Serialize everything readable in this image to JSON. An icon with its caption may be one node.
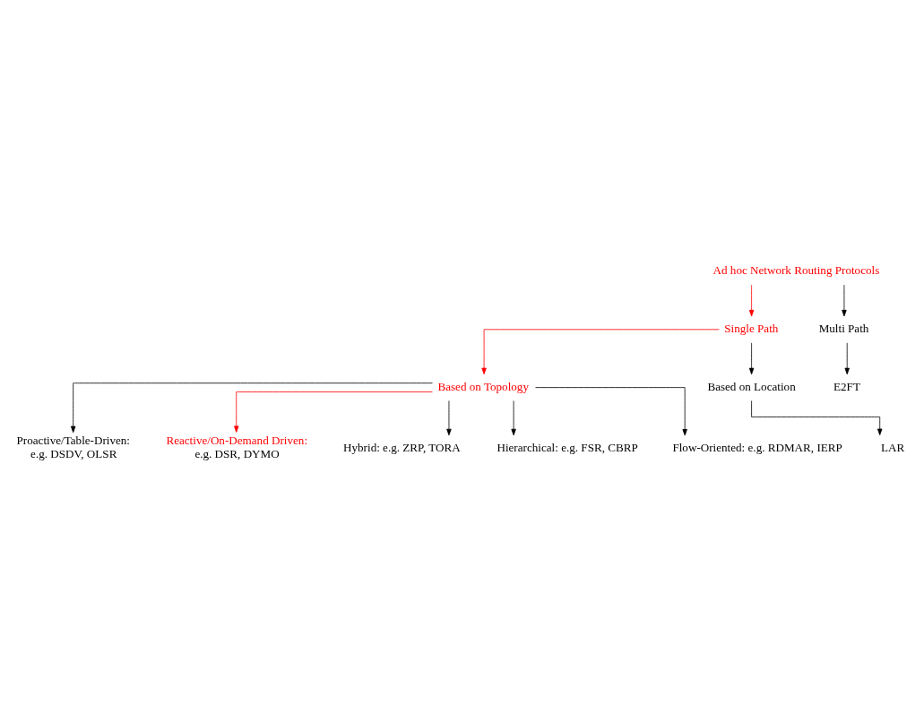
{
  "diagram": {
    "nodes": [
      {
        "text": [
          "Ad hoc Network Routing Protocols"
        ]
      },
      {
        "text": [
          "Single Path"
        ]
      },
      {
        "text": [
          "Multi Path"
        ]
      },
      {
        "text": [
          "Based on Topology"
        ]
      },
      {
        "text": [
          "Based on Location"
        ]
      },
      {
        "text": [
          "E2FT"
        ]
      },
      {
        "text": [
          "LAR"
        ]
      },
      {
        "text": [
          "Proactive/Table-Driven:",
          "e.g. DSDV, OLSR"
        ]
      },
      {
        "text": [
          "Reactive/On-Demand Driven:",
          "e.g. DSR, DYMO"
        ]
      },
      {
        "text": [
          "Hybrid: e.g. ZRP, TORA"
        ]
      },
      {
        "text": [
          "Hierarchical: e.g. FSR, CBRP"
        ]
      },
      {
        "text": [
          "Flow-Oriented: e.g. RDMAR, IERP"
        ]
      }
    ],
    "edges": [
      {
        "from": 0,
        "to": 1,
        "arrow": "to",
        "color": "#ff0000"
      },
      {
        "from": 0,
        "to": 2,
        "arrow": "to"
      },
      {
        "from": 1,
        "to": 3,
        "arrow": "to",
        "color": "#ff0000"
      },
      {
        "from": 1,
        "to": 4,
        "arrow": "to"
      },
      {
        "from": 2,
        "to": 5,
        "arrow": "to"
      },
      {
        "from": 4,
        "to": 6,
        "arrow": "to"
      },
      {
        "from": 3,
        "to": 7,
        "arrow": "to"
      },
      {
        "from": 3,
        "to": 8,
        "arrow": "to",
        "color": "#ff0000"
      },
      {
        "from": 3,
        "to": 9,
        "arrow": "to"
      },
      {
        "from": 3,
        "to": 10,
        "arrow": "to"
      },
      {
        "from": 3,
        "to": 11,
        "arrow": "to"
      }
    ]
  }
}
